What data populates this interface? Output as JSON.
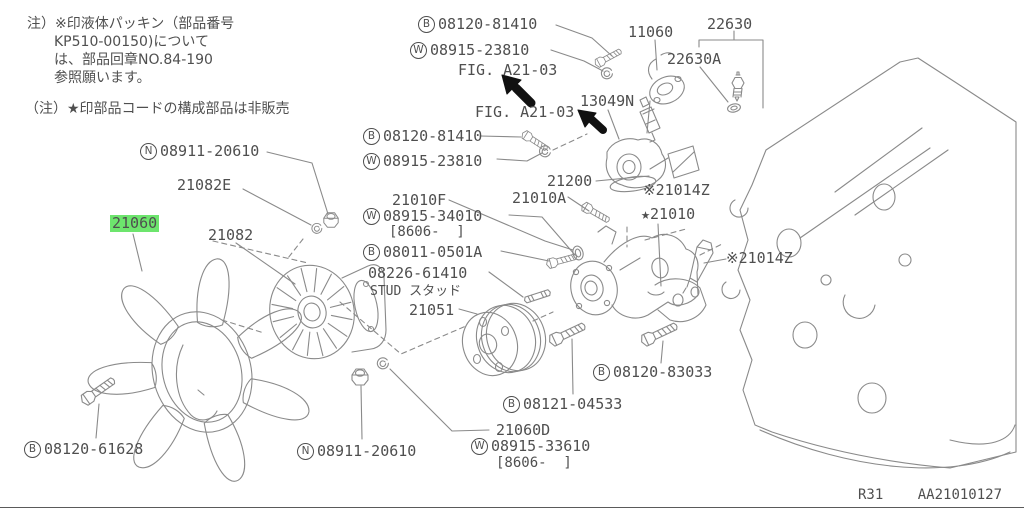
{
  "page": {
    "background_color": "#ffffff",
    "line_color": "#8a8a8a",
    "text_color": "#4f4f4f",
    "highlight_color": "#6de56d"
  },
  "notes": {
    "note1_line1": "注）※印液体パッキン（部品番号",
    "note1_line2": "KP510-00150)について",
    "note1_line3": "は、部品回章NO.84-190",
    "note1_line4": "参照願います。",
    "note2": "（注）★印部品コードの構成部品は非販売"
  },
  "labels": {
    "n08911_top": {
      "prefix": "N",
      "text": "08911-20610"
    },
    "p21082e": {
      "text": "21082E"
    },
    "p21060": {
      "text": "21060"
    },
    "p21082": {
      "text": "21082"
    },
    "b08120_61628": {
      "prefix": "B",
      "text": "08120-61628"
    },
    "n08911_bottom": {
      "prefix": "N",
      "text": "08911-20610"
    },
    "b08120_81410_a": {
      "prefix": "B",
      "text": "08120-81410"
    },
    "w08915_23810_a": {
      "prefix": "W",
      "text": "08915-23810"
    },
    "fig_a2103_a": {
      "text": "FIG. A21-03"
    },
    "fig_a2103_b": {
      "text": "FIG. A21-03"
    },
    "p13049n": {
      "text": "13049N"
    },
    "p11060": {
      "text": "11060"
    },
    "p22630": {
      "text": "22630"
    },
    "p22630a": {
      "text": "22630A"
    },
    "b08120_81410_b": {
      "prefix": "B",
      "text": "08120-81410"
    },
    "w08915_23810_b": {
      "prefix": "W",
      "text": "08915-23810"
    },
    "p21200": {
      "text": "21200"
    },
    "p21014z_a": {
      "text": "※21014Z"
    },
    "p21010f": {
      "text": "21010F"
    },
    "p21010a": {
      "text": "21010A"
    },
    "w08915_34010": {
      "prefix": "W",
      "text": "08915-34010"
    },
    "range_8606_a": {
      "text": "[8606-  ]"
    },
    "p21010": {
      "text": "★21010"
    },
    "b08011_0501a": {
      "prefix": "B",
      "text": "08011-0501A"
    },
    "p08226_61410": {
      "text": "08226-61410"
    },
    "stud_label": {
      "text": "STUD スタッド"
    },
    "p21051": {
      "text": "21051"
    },
    "p21014z_b": {
      "text": "※21014Z"
    },
    "b08120_83033": {
      "prefix": "B",
      "text": "08120-83033"
    },
    "b08121_04533": {
      "prefix": "B",
      "text": "08121-04533"
    },
    "p21060d": {
      "text": "21060D"
    },
    "w08915_33610": {
      "prefix": "W",
      "text": "08915-33610"
    },
    "range_8606_b": {
      "text": "[8606-  ]"
    }
  },
  "footer": {
    "sheet_code": "R31",
    "drawing_number": "AA21010127"
  }
}
